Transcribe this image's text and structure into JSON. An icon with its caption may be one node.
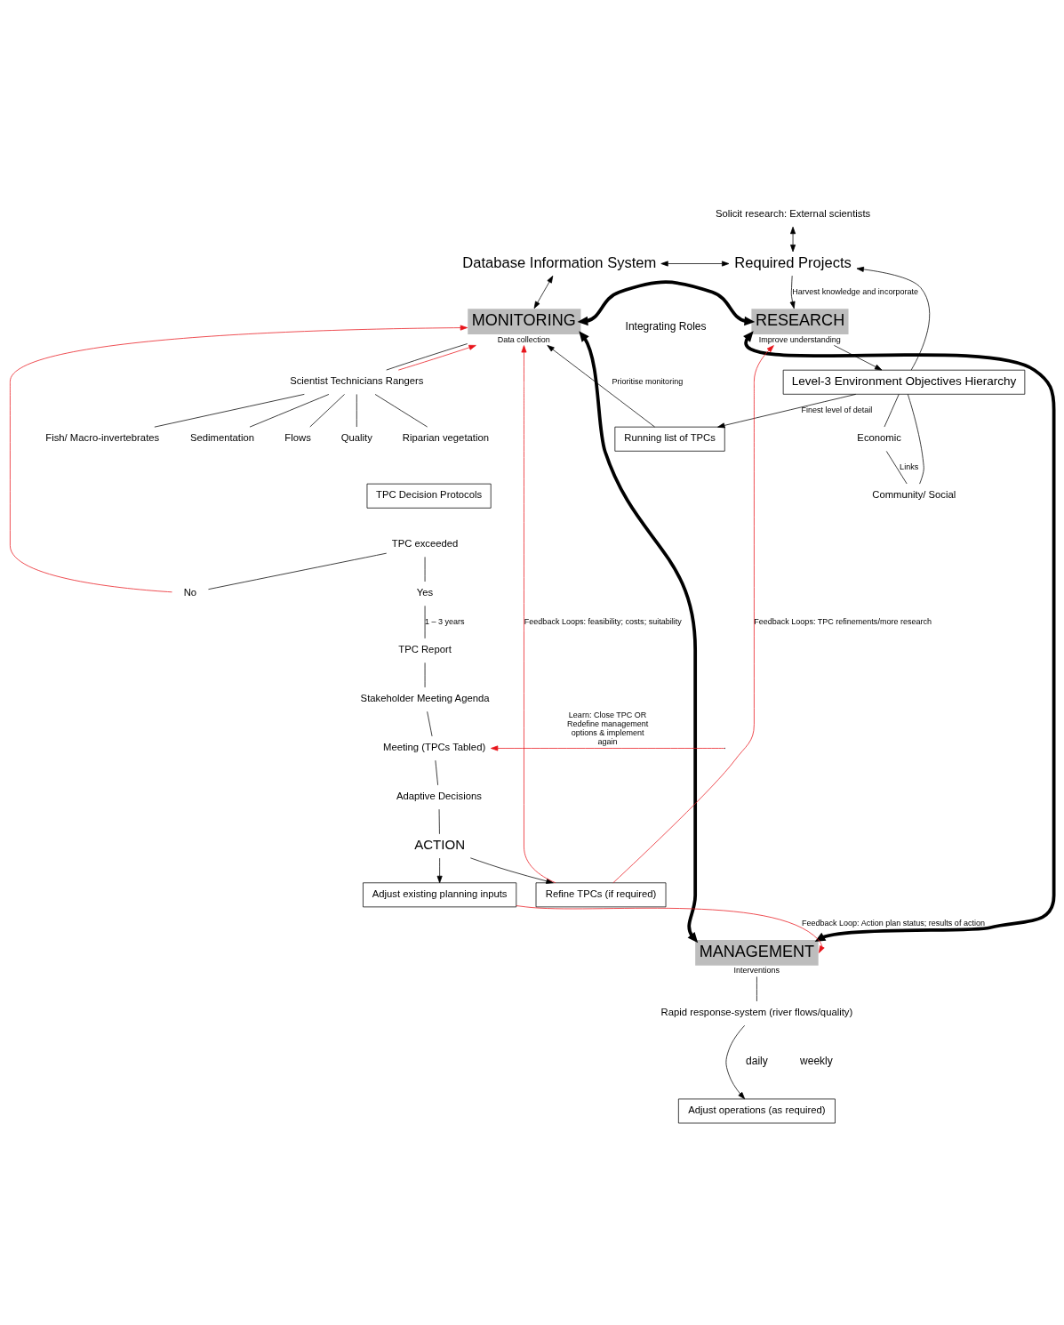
{
  "diagram": {
    "nodes": [
      {
        "text": [
          "Solicit research: External scientists"
        ]
      },
      {
        "text": [
          "Database Information System"
        ]
      },
      {
        "text": [
          "Required Projects"
        ]
      },
      {
        "text": [
          "Economic"
        ]
      },
      {
        "text": [
          "Community/ Social"
        ]
      },
      {
        "text": [
          "Running list of TPCs"
        ]
      },
      {
        "text": [
          "Level-3 Environment Objectives Hierarchy"
        ]
      },
      {
        "text": [
          "MONITORING"
        ],
        "beside": [
          "Data collection"
        ]
      },
      {
        "text": [
          "RESEARCH"
        ],
        "beside": [
          "Improve understanding"
        ]
      },
      {
        "text": [
          "MANAGEMENT"
        ],
        "beside": [
          "Interventions"
        ]
      },
      {
        "text": [
          "Scientist Technicians Rangers"
        ]
      },
      {
        "text": [
          "Flows"
        ]
      },
      {
        "text": [
          "Quality"
        ]
      },
      {
        "text": [
          "Fish/ Macro-invertebrates"
        ]
      },
      {
        "text": [
          "Sedimentation"
        ]
      },
      {
        "text": [
          "Riparian vegetation"
        ]
      },
      {
        "text": [
          "TPC Decision Protocols"
        ]
      },
      {
        "text": [
          "Rapid response-system (river flows/quality)"
        ]
      },
      {
        "text": [
          "Adjust operations (as required)"
        ]
      },
      {
        "text": [
          "TPC exceeded"
        ]
      },
      {
        "text": [
          "No"
        ]
      },
      {
        "text": [
          "Yes"
        ]
      },
      {
        "text": [
          "TPC Report"
        ]
      },
      {
        "text": [
          "Stakeholder Meeting Agenda"
        ]
      },
      {
        "text": [
          "Meeting (TPCs Tabled)"
        ]
      },
      {
        "text": [
          "Adaptive Decisions"
        ]
      },
      {
        "text": [
          "ACTION"
        ]
      },
      {
        "text": [
          "Adjust existing planning inputs"
        ]
      },
      {
        "text": [
          "Refine TPCs (if required)"
        ]
      }
    ],
    "edges": [
      {
        "from": 0,
        "to": 2,
        "arrow": "both"
      },
      {
        "from": 1,
        "to": 2,
        "arrow": "both"
      },
      {
        "from": 6,
        "to": 2,
        "arrow": "to"
      },
      {
        "from": 6,
        "to": 3,
        "arrow": "none"
      },
      {
        "from": 6,
        "to": 4,
        "arrow": "none"
      },
      {
        "from": 3,
        "to": 4,
        "arrow": "none",
        "label": "Links"
      },
      {
        "from": 2,
        "to": 8,
        "arrow": "to",
        "label": "Harvest knowledge and incorporate"
      },
      {
        "from": 6,
        "to": 5,
        "arrow": "to",
        "label": "Finest level of detail"
      },
      {
        "from": 8,
        "to": 6,
        "arrow": "to"
      },
      {
        "from": 5,
        "to": 7,
        "arrow": "to",
        "label": "Prioritise monitoring"
      },
      {
        "from": 1,
        "to": 7,
        "arrow": "both"
      },
      {
        "from": 7,
        "to": 8,
        "arrow": "both",
        "style": "thick"
      },
      {
        "from": 7,
        "to": 9,
        "arrow": "both",
        "style": "thick"
      },
      {
        "from": 8,
        "to": 9,
        "arrow": "both",
        "style": "thick"
      },
      {
        "from": 7,
        "to": 10,
        "arrow": "none"
      },
      {
        "from": 10,
        "to": 11,
        "arrow": "none"
      },
      {
        "from": 10,
        "to": 12,
        "arrow": "none"
      },
      {
        "from": 10,
        "to": 13,
        "arrow": "none"
      },
      {
        "from": 10,
        "to": 14,
        "arrow": "none"
      },
      {
        "from": 10,
        "to": 15,
        "arrow": "none"
      },
      {
        "from": 10,
        "to": 7,
        "arrow": "to",
        "color": "#e8141b"
      },
      {
        "from": 20,
        "to": 7,
        "arrow": "to",
        "color": "#e8141b"
      },
      {
        "from": 28,
        "to": 7,
        "arrow": "to",
        "color": "#e8141b",
        "label": "Feedback Loops: feasibility; costs; suitability"
      },
      {
        "from": 28,
        "to": 8,
        "arrow": "to",
        "color": "#e8141b",
        "label": "Feedback Loops: TPC refinements/more research"
      },
      {
        "from": 9,
        "to": 17,
        "arrow": "none"
      },
      {
        "from": 17,
        "to": 18,
        "arrow": "to"
      },
      {
        "from": 19,
        "to": 20,
        "arrow": "none"
      },
      {
        "from": 19,
        "to": 21,
        "arrow": "none"
      },
      {
        "from": 21,
        "to": 22,
        "arrow": "none",
        "label": "1 – 3 years"
      },
      {
        "from": 22,
        "to": 23,
        "arrow": "none"
      },
      {
        "from": 23,
        "to": 24,
        "arrow": "none"
      },
      {
        "from": 24,
        "to": 25,
        "arrow": "none"
      },
      {
        "from": 25,
        "to": 26,
        "arrow": "none"
      },
      {
        "from": 26,
        "to": 28,
        "arrow": "to"
      },
      {
        "from": 26,
        "to": 27,
        "arrow": "to"
      },
      {
        "from": 27,
        "to": 9,
        "arrow": "to",
        "color": "#e8141b",
        "label": "Feedback Loop: Action plan status; results of action"
      },
      {
        "from": null,
        "to": 24,
        "arrow": "to",
        "color": "#e8141b",
        "label": "Learn: Close TPC OR Redefine management options & implement again"
      }
    ],
    "labels": [
      "Integrating Roles",
      "daily",
      "weekly"
    ]
  }
}
